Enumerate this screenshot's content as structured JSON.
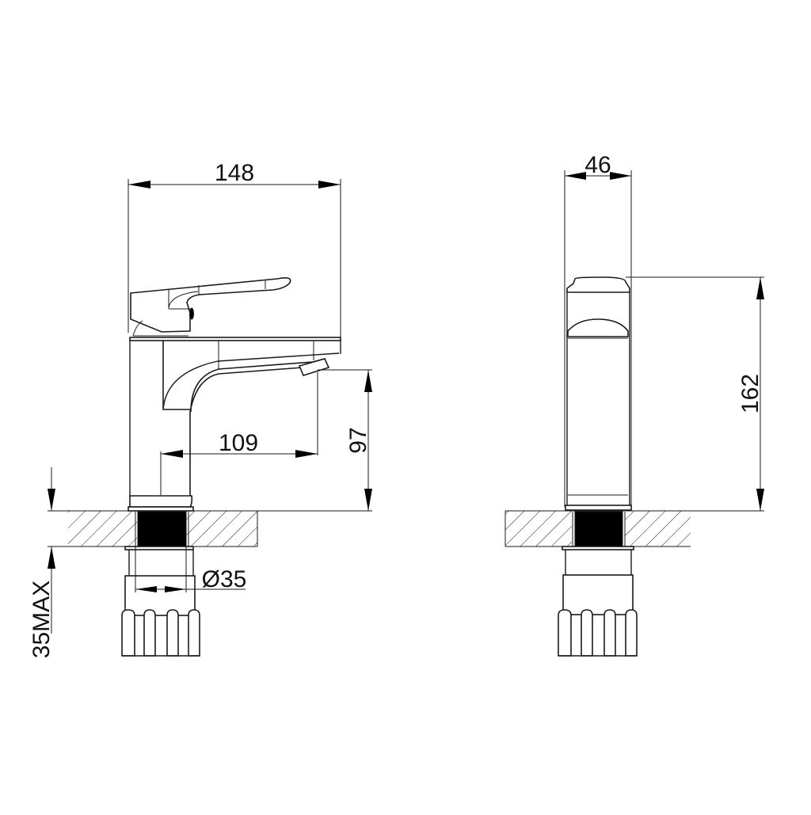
{
  "drawing": {
    "title": "Basin mixer technical drawing",
    "colors": {
      "line": "#1a1a1a",
      "background": "#ffffff",
      "fill_solid": "#000000"
    }
  },
  "front_view": {
    "dimensions": {
      "overall_width": "148",
      "spout_reach": "109",
      "spout_height": "97",
      "hole_diameter": "Ø35",
      "max_deck_thickness": "35MAX"
    }
  },
  "side_view": {
    "dimensions": {
      "body_width": "46",
      "overall_height": "162"
    }
  }
}
